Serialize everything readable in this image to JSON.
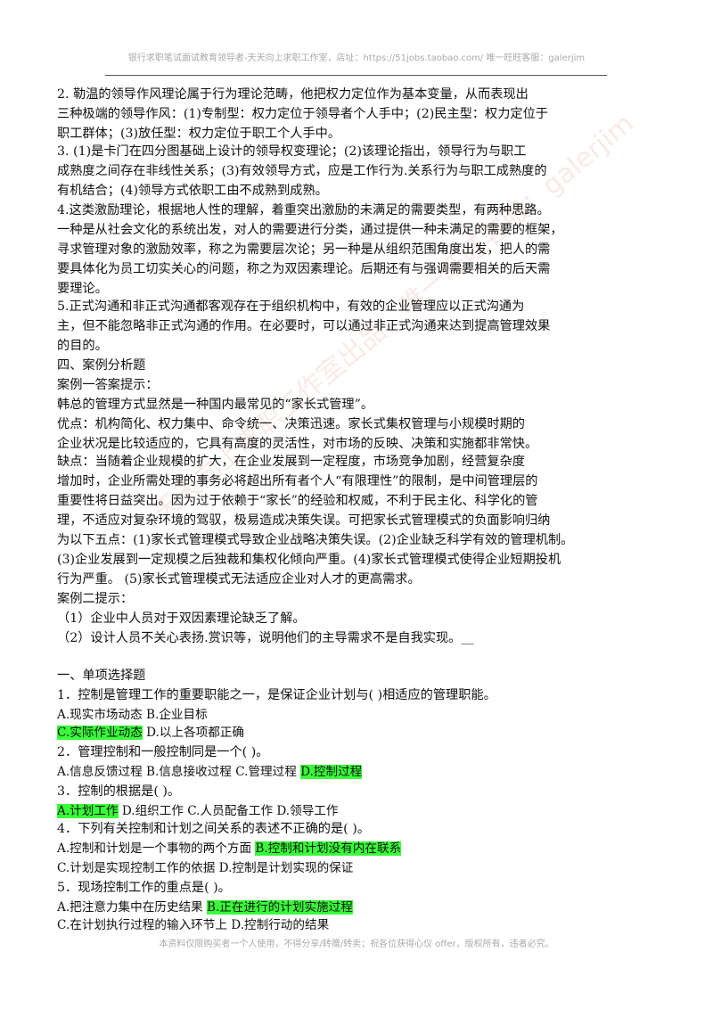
{
  "header_text": "银行求职笔试面试教育领导者-天天向上求职工作室，店址：https://51jobs.taobao.com/ 唯一旺旺客服：galerjim",
  "watermark": "天天向上求职工作室出品，唯一旺旺客服：galerjim",
  "lines": [
    "2. 勒温的领导作风理论属于行为理论范畴，他把权力定位作为基本变量，从而表现出",
    "三种极端的领导作风：(1)专制型：权力定位于领导者个人手中；(2)民主型：权力定位于",
    "职工群体；(3)放任型：权力定位于职工个人手中。",
    "3. (1)是卡门在四分图基础上设计的领导权变理论；(2)该理论指出，领导行为与职工",
    "成熟度之间存在非线性关系；(3)有效领导方式，应是工作行为.关系行为与职工成熟度的",
    "有机结合；(4)领导方式依职工由不成熟到成熟。",
    "4.这类激励理论，根据地人性的理解，着重突出激励的未满足的需要类型，有两种思路。",
    "一种是从社会文化的系统出发，对人的需要进行分类，通过提供一种未满足的需要的框架，",
    "寻求管理对象的激励效率，称之为需要层次论；另一种是从组织范围角度出发，把人的需",
    "要具体化为员工切实关心的问题，称之为双因素理论。后期还有与强调需要相关的后天需",
    "要理论。",
    "5.正式沟通和非正式沟通都客观存在于组织机构中，有效的企业管理应以正式沟通为",
    "主，但不能忽略非正式沟通的作用。在必要时，可以通过非正式沟通来达到提高管理效果",
    "的目的。",
    "四、案例分析题",
    "案例一答案提示：",
    "韩总的管理方式显然是一种国内最常见的“家长式管理”。",
    "优点：机构简化、权力集中、命令统一、决策迅速。家长式集权管理与小规模时期的",
    "企业状况是比较适应的，它具有高度的灵活性，对市场的反映、决策和实施都非常快。",
    "缺点：当随着企业规模的扩大，在企业发展到一定程度，市场竞争加剧，经营复杂度",
    "增加时，企业所需处理的事务必将超出所有者个人“有限理性”的限制，是中间管理层的",
    "重要性将日益突出。因为过于依赖于“家长”的经验和权威，不利于民主化、科学化的管",
    "理，不适应对复杂环境的驾驭，极易造成决策失误。可把家长式管理模式的负面影响归纳",
    "为以下五点：(1)家长式管理模式导致企业战略决策失误。(2)企业缺乏科学有效的管理机制。",
    "(3)企业发展到一定规模之后独裁和集权化倾向严重。(4)家长式管理模式使得企业短期投机",
    "行为严重。 (5)家长式管理模式无法适应企业对人才的更高需求。",
    "案例二提示：",
    "（1）企业中人员对于双因素理论缺乏了解。",
    "（2）设计人员不关心表扬.赏识等，说明他们的主导需求不是自我实现。__"
  ],
  "section_title": "一、单项选择题",
  "questions": [
    {
      "stem": "1．控制是管理工作的重要职能之一，是保证企业计划与( )相适应的管理职能。",
      "opt1_pre": "A.现实市场动态 B.企业目标",
      "opt2_hl": "C.实际作业动态",
      "opt2_post": " D.以上各项都正确"
    },
    {
      "stem": "2．管理控制和一般控制同是一个( )。",
      "opt_pre": "A.信息反馈过程 B.信息接收过程 C.管理过程 ",
      "opt_hl": "D.控制过程"
    },
    {
      "stem": "3．控制的根据是( )。",
      "opt_hl": "A.计划工作",
      "opt_post": " D.组织工作 C.人员配备工作 D.领导工作"
    },
    {
      "stem": "4．下列有关控制和计划之间关系的表述不正确的是( )。",
      "opt1_pre": "A.控制和计划是一个事物的两个方面 ",
      "opt1_hl": "B.控制和计划没有内在联系",
      "opt2": "C.计划是实现控制工作的依据 D.控制是计划实现的保证"
    },
    {
      "stem": "5．现场控制工作的重点是( )。",
      "opt1_pre": "A.把注意力集中在历史结果 ",
      "opt1_hl": "B.正在进行的计划实施过程",
      "opt2": "C.在计划执行过程的输入环节上 D.控制行动的结果"
    }
  ],
  "footer_text": "本资料仅限购买者一个人使用，不得分享/转赠/转卖；祝各位获得心仪 offer，版权所有，违者必究。"
}
